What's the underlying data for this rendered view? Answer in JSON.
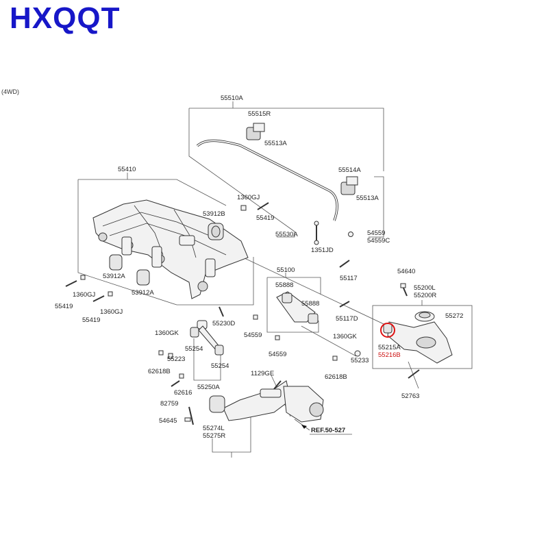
{
  "brand": "HXQQT",
  "variant": "(4WD)",
  "highlight_color": "#dd1111",
  "parts": [
    {
      "id": "p55510A",
      "text": "55510A"
    },
    {
      "id": "p55515R",
      "text": "55515R"
    },
    {
      "id": "p55513A_1",
      "text": "55513A"
    },
    {
      "id": "p55410",
      "text": "55410"
    },
    {
      "id": "p55514A",
      "text": "55514A"
    },
    {
      "id": "p55513A_2",
      "text": "55513A"
    },
    {
      "id": "p1360GJ_1",
      "text": "1360GJ"
    },
    {
      "id": "p53912B",
      "text": "53912B"
    },
    {
      "id": "p55419_1",
      "text": "55419"
    },
    {
      "id": "p55530A",
      "text": "55530A"
    },
    {
      "id": "p54559_1",
      "text": "54559"
    },
    {
      "id": "p54559C",
      "text": "54559C"
    },
    {
      "id": "p1351JD",
      "text": "1351JD"
    },
    {
      "id": "p55100",
      "text": "55100"
    },
    {
      "id": "p55117_1",
      "text": "55117"
    },
    {
      "id": "p54640",
      "text": "54640"
    },
    {
      "id": "p53912A_1",
      "text": "53912A"
    },
    {
      "id": "p55888_1",
      "text": "55888"
    },
    {
      "id": "p55200L",
      "text": "55200L"
    },
    {
      "id": "p55200R",
      "text": "55200R"
    },
    {
      "id": "p55419_2",
      "text": "55419"
    },
    {
      "id": "p1360GJ_2",
      "text": "1360GJ"
    },
    {
      "id": "p53912A_2",
      "text": "53912A"
    },
    {
      "id": "p55888_2",
      "text": "55888"
    },
    {
      "id": "p55272",
      "text": "55272"
    },
    {
      "id": "p55419_3",
      "text": "55419"
    },
    {
      "id": "p1360GJ_3",
      "text": "1360GJ"
    },
    {
      "id": "p55230D",
      "text": "55230D"
    },
    {
      "id": "p55117D",
      "text": "55117D"
    },
    {
      "id": "p1360GK_1",
      "text": "1360GK"
    },
    {
      "id": "p54559_2",
      "text": "54559"
    },
    {
      "id": "p1360GK_2",
      "text": "1360GK"
    },
    {
      "id": "p55223",
      "text": "55223"
    },
    {
      "id": "p55254_1",
      "text": "55254"
    },
    {
      "id": "p55215A",
      "text": "55215A"
    },
    {
      "id": "p55216B",
      "text": "55216B",
      "highlight": true
    },
    {
      "id": "p54559_3",
      "text": "54559"
    },
    {
      "id": "p55233",
      "text": "55233"
    },
    {
      "id": "p62618B_1",
      "text": "62618B"
    },
    {
      "id": "p55254_2",
      "text": "55254"
    },
    {
      "id": "p62618B_2",
      "text": "62618B"
    },
    {
      "id": "p1129GE",
      "text": "1129GE"
    },
    {
      "id": "p62616",
      "text": "62616"
    },
    {
      "id": "p55250A",
      "text": "55250A"
    },
    {
      "id": "p82759",
      "text": "82759"
    },
    {
      "id": "p52763",
      "text": "52763"
    },
    {
      "id": "p54645",
      "text": "54645"
    },
    {
      "id": "p55274L",
      "text": "55274L"
    },
    {
      "id": "p55275R",
      "text": "55275R"
    },
    {
      "id": "pREF",
      "text": "REF.50-527",
      "ref": true
    }
  ]
}
